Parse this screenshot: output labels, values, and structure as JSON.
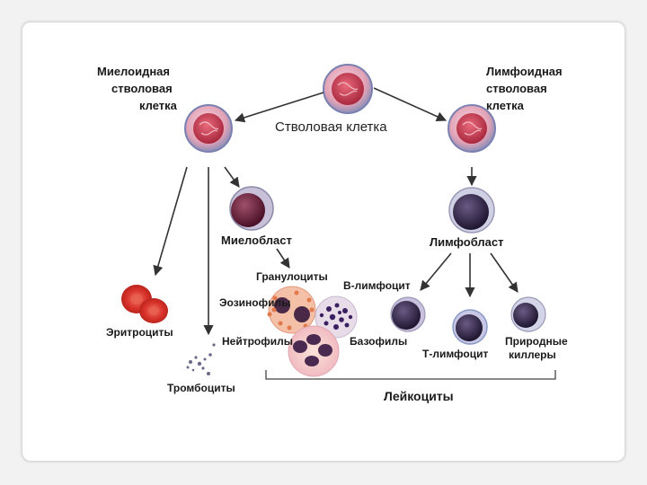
{
  "diagram": {
    "stem_cell": "Стволовая клетка",
    "myeloid_stem": [
      "Миелоидная",
      "стволовая",
      "клетка"
    ],
    "lymphoid_stem": [
      "Лимфоидная",
      "стволовая",
      "клетка"
    ],
    "myeloblast": "Миелобласт",
    "lymphoblast": "Лимфобласт",
    "granulocytes": "Гранулоциты",
    "eosinophils": "Эозинофилы",
    "neutrophils": "Нейтрофилы",
    "basophils": "Базофилы",
    "erythrocytes": "Эритроциты",
    "platelets": "Тромбоциты",
    "b_lymphocyte": "В-лимфоцит",
    "t_lymphocyte": "Т-лимфоцит",
    "nk_cells": [
      "Природные",
      "киллеры"
    ],
    "leukocytes": "Лейкоциты"
  },
  "colors": {
    "stem_fill": "#e4a4b8",
    "stem_nucleus": "#c8485e",
    "blast": "#6a1e34",
    "lymphocyte": "#2e2440",
    "erythrocyte": "#d8322a",
    "arrow": "#333333"
  }
}
